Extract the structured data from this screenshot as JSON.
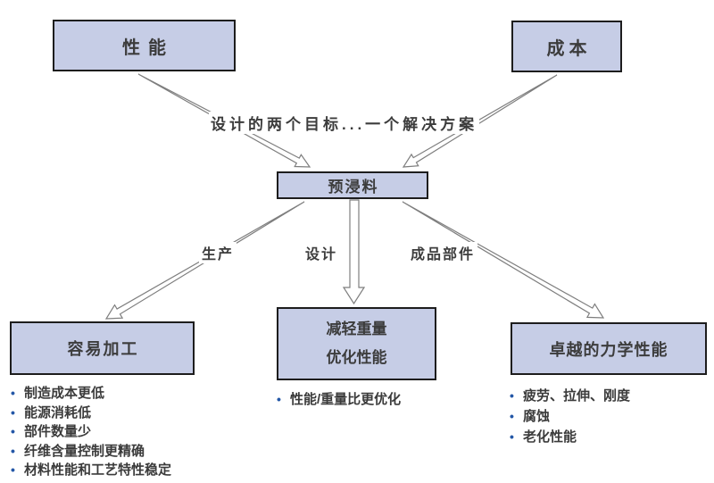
{
  "diagram": {
    "goal_boxes": [
      {
        "id": "performance",
        "label": "性能"
      },
      {
        "id": "cost",
        "label": "成本"
      }
    ],
    "caption": "设计的两个目标...一个解决方案",
    "solution_box_label": "预浸料",
    "branches": [
      {
        "id": "production",
        "label": "生产"
      },
      {
        "id": "design",
        "label": "设计"
      },
      {
        "id": "finished-parts",
        "label": "成品部件"
      }
    ],
    "outcomes": [
      {
        "title": "容易加工",
        "bullets": [
          "制造成本更低",
          "能源消耗低",
          "部件数量少",
          "纤维含量控制更精确",
          "材料性能和工艺特性稳定"
        ]
      },
      {
        "title_line1": "减轻重量",
        "title_line2": "优化性能",
        "bullets": [
          "性能/重量比更优化"
        ]
      },
      {
        "title": "卓越的力学性能",
        "bullets": [
          "疲劳、拉伸、刚度",
          "腐蚀",
          "老化性能"
        ]
      }
    ],
    "bullet_glyph": "•",
    "colors": {
      "box_fill": "#c6cde6",
      "box_border": "#1d1d1d",
      "arrow_outline": "#7e7e7e",
      "bullet_dot": "#2457a7",
      "text": "#3c3c3c"
    }
  }
}
